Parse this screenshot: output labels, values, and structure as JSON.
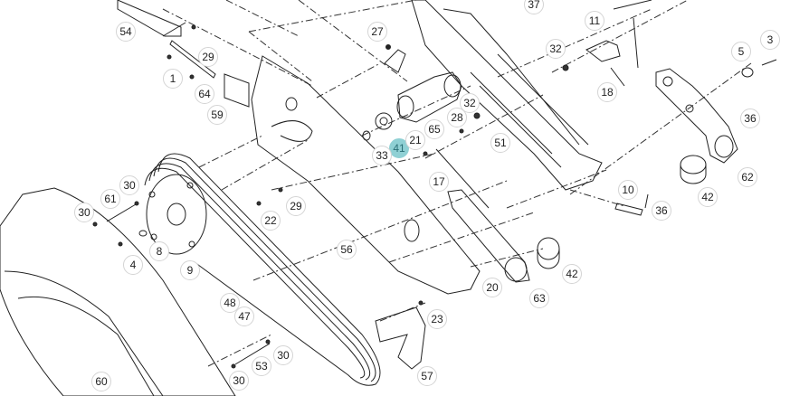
{
  "diagram": {
    "highlight_color": "#8fd0d4",
    "highlighted_part": "41",
    "callouts": [
      "54",
      "37",
      "11",
      "27",
      "29",
      "32",
      "5",
      "3",
      "1",
      "64",
      "59",
      "18",
      "36",
      "28",
      "32",
      "65",
      "41",
      "33",
      "21",
      "51",
      "17",
      "62",
      "42",
      "10",
      "36",
      "30",
      "61",
      "30",
      "29",
      "22",
      "8",
      "4",
      "9",
      "56",
      "42",
      "20",
      "63",
      "48",
      "47",
      "23",
      "30",
      "53",
      "57",
      "60",
      "30"
    ]
  }
}
